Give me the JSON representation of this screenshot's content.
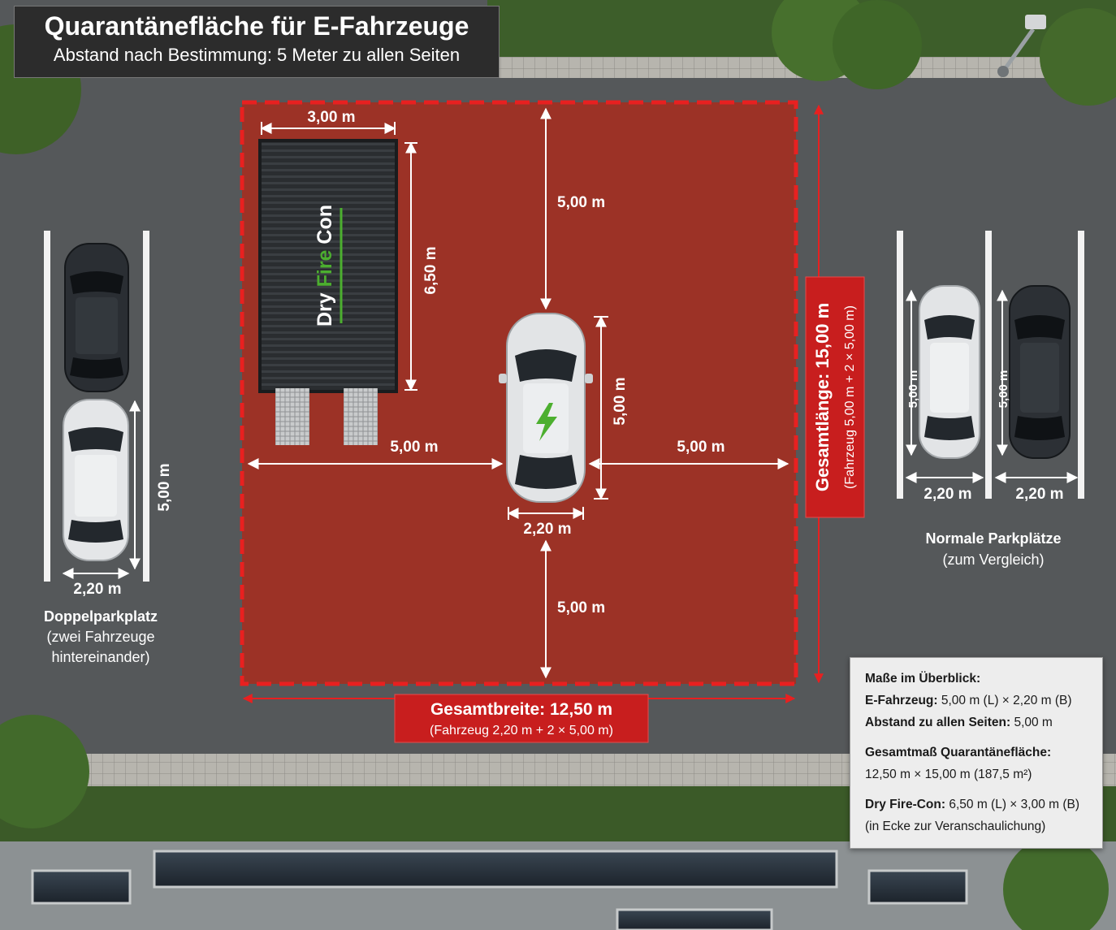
{
  "title": "Quarantänefläche für E-Fahrzeuge",
  "subtitle": "Abstand nach Bestimmung: 5 Meter zu allen Seiten",
  "colors": {
    "zone": "#9c3226",
    "dash": "#e82020",
    "asphalt": "#55585a",
    "label_bg": "#c81e1e",
    "green_accent": "#4caf2f"
  },
  "container": {
    "brand_pre": "Dry ",
    "brand_mid": "Fire",
    "brand_post": " Con",
    "width_label": "3,00 m",
    "length_label": "6,50 m"
  },
  "quarantine": {
    "top_gap": "5,00 m",
    "bottom_gap": "5,00 m",
    "left_gap": "5,00 m",
    "right_gap": "5,00 m",
    "car_length": "5,00 m",
    "car_width": "2,20 m",
    "car_icon": "lightning-bolt-icon",
    "total_width_title": "Gesamtbreite: 12,50 m",
    "total_width_sub": "(Fahrzeug 2,20 m + 2 × 5,00 m)",
    "total_length_title": "Gesamtlänge: 15,00 m",
    "total_length_sub": "(Fahrzeug 5,00 m + 2 × 5,00 m)"
  },
  "left_parking": {
    "length": "5,00 m",
    "width": "2,20 m",
    "caption_title": "Doppelparkplatz",
    "caption_line1": "(zwei Fahrzeuge",
    "caption_line2": "hintereinander)"
  },
  "right_parking": {
    "length_a": "5,00 m",
    "length_b": "5,00 m",
    "width_a": "2,20 m",
    "width_b": "2,20 m",
    "caption_title": "Normale Parkplätze",
    "caption_sub": "(zum Vergleich)"
  },
  "overview": {
    "heading": "Maße im Überblick:",
    "ev_label": "E-Fahrzeug:",
    "ev_value": " 5,00 m (L) × 2,20 m (B)",
    "gap_label": "Abstand zu allen Seiten:",
    "gap_value": " 5,00 m",
    "total_label": "Gesamtmaß Quarantänefläche:",
    "total_value": "12,50 m × 15,00 m (187,5 m²)",
    "dfc_label": "Dry Fire-Con:",
    "dfc_value": " 6,50 m (L) × 3,00 m (B)",
    "dfc_note": "(in Ecke zur Veranschaulichung)"
  }
}
